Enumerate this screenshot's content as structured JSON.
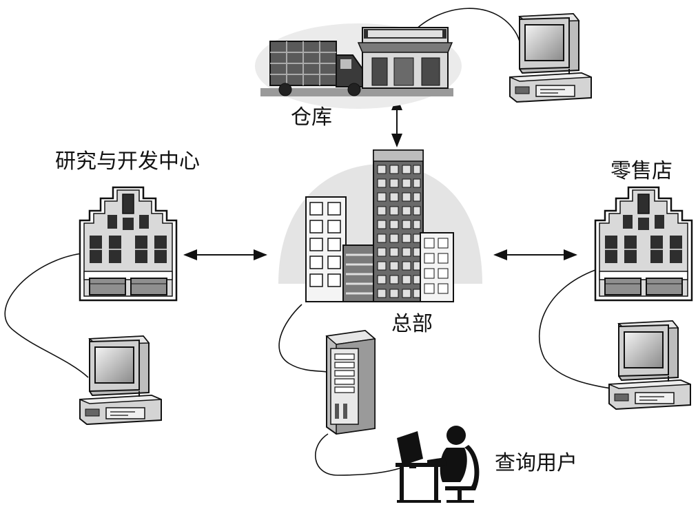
{
  "diagram": {
    "labels": {
      "warehouse": "仓库",
      "rnd_center": "研究与开发中心",
      "retail_store": "零售店",
      "headquarters": "总部",
      "query_user": "查询用户"
    },
    "colors": {
      "ink": "#111111",
      "light_gray": "#d9d9d9",
      "mid_gray": "#9a9a9a",
      "dark_gray": "#4a4a4a",
      "window": "#2e2e2e",
      "sky": "#e4e4e4"
    }
  }
}
